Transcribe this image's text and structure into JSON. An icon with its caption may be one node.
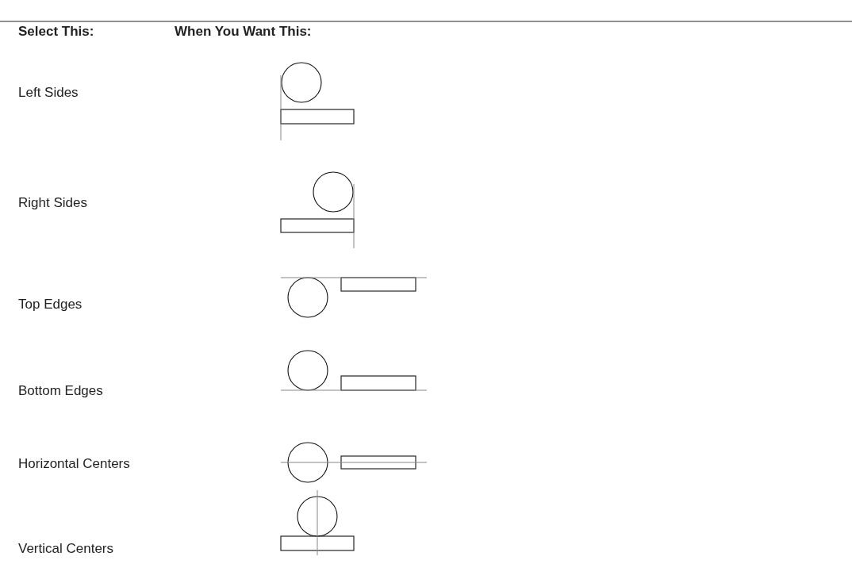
{
  "diagram": {
    "labels": [
      "Select This:",
      "When You Want This:",
      "Left Sides",
      "Right Sides",
      "Top Edges",
      "Bottom Edges",
      "Horizontal Centers",
      "Vertical Centers"
    ]
  }
}
